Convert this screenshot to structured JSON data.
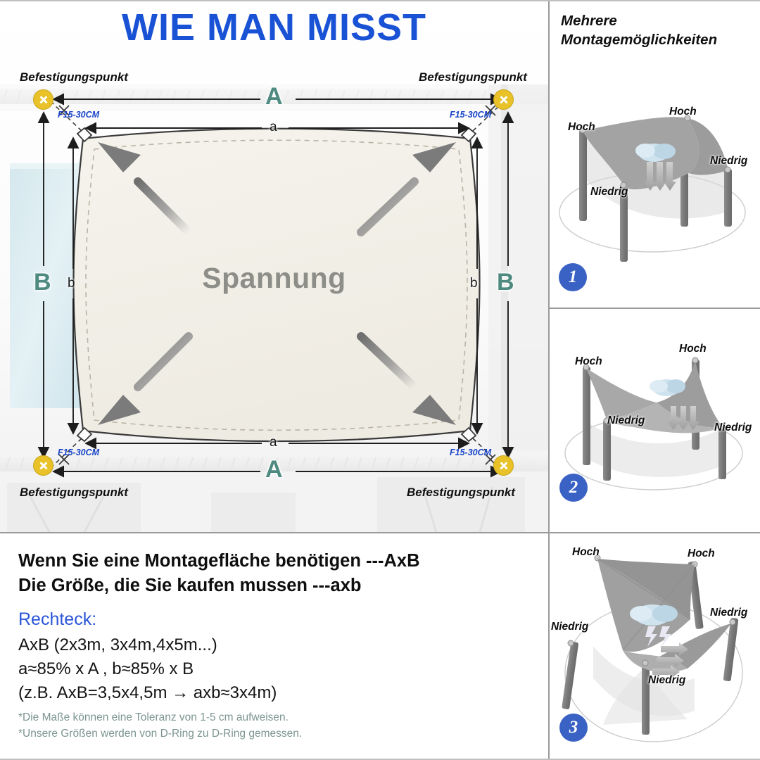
{
  "left_panel": {
    "title": "WIE MAN MISST",
    "center_label": "Spannung",
    "anchor_labels": {
      "top_left": "Befestigungspunkt",
      "top_right": "Befestigungspunkt",
      "bottom_left": "Befestigungspunkt",
      "bottom_right": "Befestigungspunkt"
    },
    "corner_notes": {
      "top_left": "F15-30CM",
      "top_right": "F15-30CM",
      "bottom_left": "F15-30CM",
      "bottom_right": "F15-30CM"
    },
    "dimensions": {
      "top_outer": "A",
      "top_inner": "a",
      "bottom_outer": "A",
      "bottom_inner": "a",
      "left_outer": "B",
      "left_inner": "b",
      "right_outer": "B",
      "right_inner": "b"
    }
  },
  "bottom_text": {
    "headline_1": "Wenn Sie eine Montagefläche benötigen ---AxB",
    "headline_2": "Die Größe, die Sie kaufen mussen ---axb",
    "shape_label": "Rechteck:",
    "line_1": "AxB (2x3m, 3x4m,4x5m...)",
    "line_2": "a≈85% x A , b≈85% x B",
    "line_3": "(z.B. AxB=3,5x4,5m → axb≈3x4m)",
    "note_1": "*Die Maße können eine Toleranz von 1-5 cm aufweisen.",
    "note_2": "*Unsere Größen werden von D-Ring zu D-Ring gemessen."
  },
  "right_panels": {
    "title": "Mehrere Montagemöglichkeiten",
    "panels": [
      {
        "number": "1",
        "labels": [
          {
            "text": "Hoch"
          },
          {
            "text": "Hoch"
          },
          {
            "text": "Niedrig"
          },
          {
            "text": "Niedrig"
          }
        ]
      },
      {
        "number": "2",
        "labels": [
          {
            "text": "Hoch"
          },
          {
            "text": "Hoch"
          },
          {
            "text": "Niedrig"
          },
          {
            "text": "Niedrig"
          }
        ]
      },
      {
        "number": "3",
        "labels": [
          {
            "text": "Hoch"
          },
          {
            "text": "Hoch"
          },
          {
            "text": "Niedrig"
          },
          {
            "text": "Niedrig"
          },
          {
            "text": "Niedrig"
          }
        ]
      }
    ]
  },
  "colors": {
    "title_blue": "#1a52d6",
    "dimension_teal": "#4e8a80",
    "anchor_yellow": "#e8c228",
    "note_blue": "#1a46c8",
    "badge_blue": "#3a62c4",
    "sail_cream": "#f2f0e9",
    "footnote_gray": "#7c9591",
    "subhead_blue": "#2b56d8"
  }
}
